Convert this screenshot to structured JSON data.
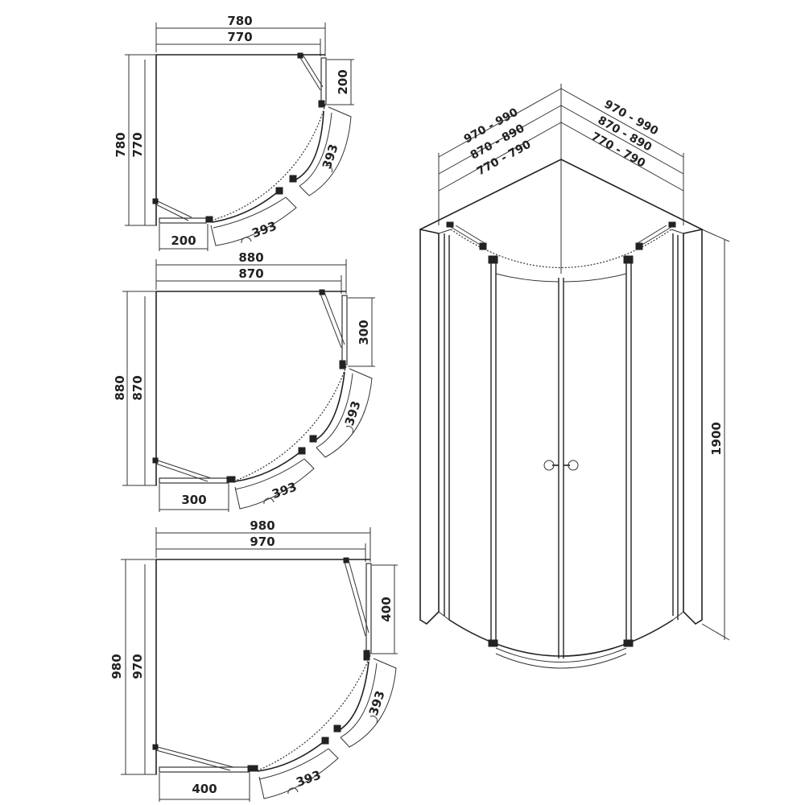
{
  "plans": [
    {
      "outer_width": "780",
      "inner_width": "770",
      "outer_depth": "780",
      "inner_depth": "770",
      "side_right": "200",
      "side_bottom": "200",
      "door_right": "393",
      "door_bottom": "393"
    },
    {
      "outer_width": "880",
      "inner_width": "870",
      "outer_depth": "880",
      "inner_depth": "870",
      "side_right": "300",
      "side_bottom": "300",
      "door_right": "393",
      "door_bottom": "393"
    },
    {
      "outer_width": "980",
      "inner_width": "970",
      "outer_depth": "980",
      "inner_depth": "970",
      "side_right": "400",
      "side_bottom": "400",
      "door_right": "393",
      "door_bottom": "393"
    }
  ],
  "perspective": {
    "left_ranges": [
      "970 - 990",
      "870 - 890",
      "770 - 790"
    ],
    "right_ranges": [
      "970 - 990",
      "870 - 890",
      "770 - 790"
    ],
    "height": "1900"
  }
}
